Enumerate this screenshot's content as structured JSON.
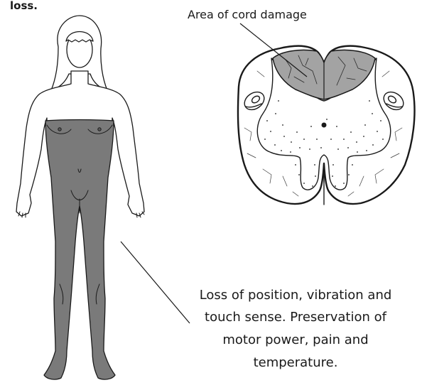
{
  "header": {
    "fragment": "loss."
  },
  "cord_label": "Area of cord damage",
  "sensory_caption": [
    "Loss of position, vibration and",
    "touch sense. Preservation of",
    "motor power, pain and",
    "temperature."
  ],
  "colors": {
    "affected": "#7a7a7a",
    "damage": "#a3a3a3",
    "outline": "#1a1a1a",
    "paper": "#ffffff"
  }
}
